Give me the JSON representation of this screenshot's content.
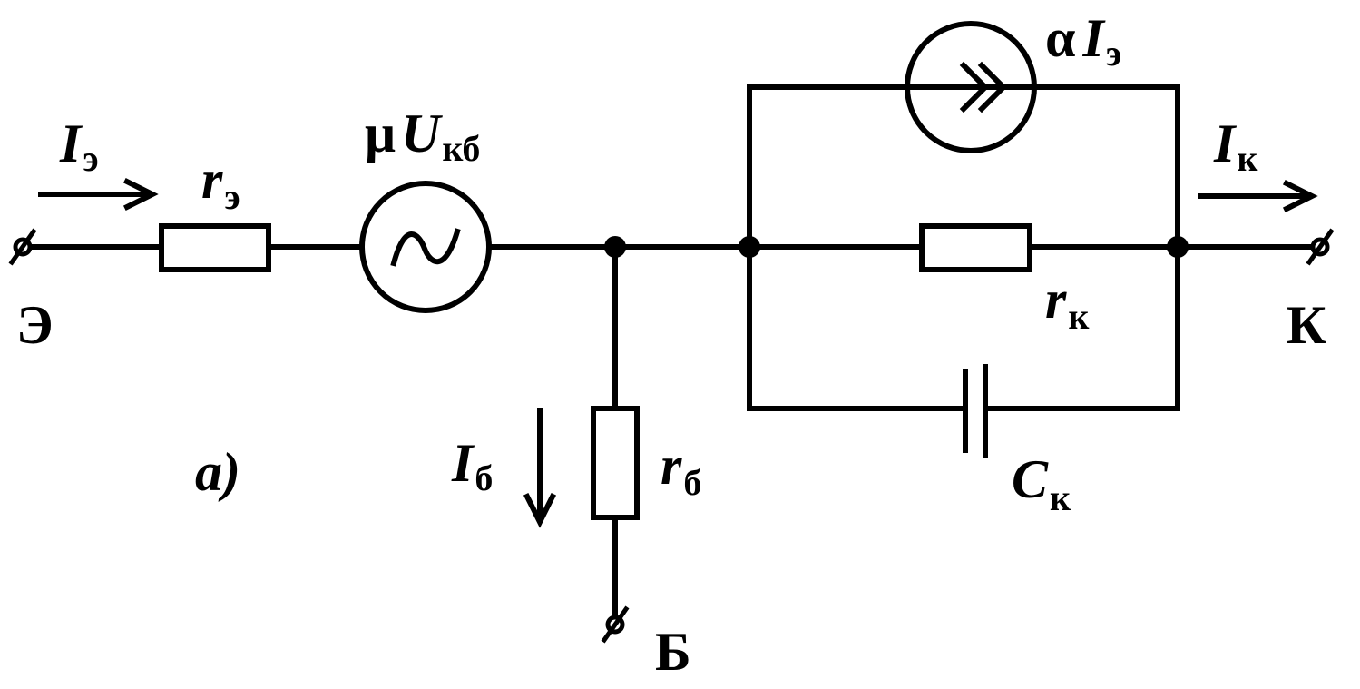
{
  "colors": {
    "line": "#000000",
    "background": "#ffffff"
  },
  "labels": {
    "terminal_emitter": "Э",
    "terminal_collector": "К",
    "terminal_base": "Б",
    "emitter_current": {
      "symbol": "I",
      "sub": "э"
    },
    "collector_current": {
      "symbol": "I",
      "sub": "к"
    },
    "base_current": {
      "symbol": "I",
      "sub": "б"
    },
    "emitter_resistor": {
      "symbol": "r",
      "sub": "э"
    },
    "collector_resistor": {
      "symbol": "r",
      "sub": "к"
    },
    "base_resistor": {
      "symbol": "r",
      "sub": "б"
    },
    "collector_capacitor": {
      "symbol": "C",
      "sub": "к"
    },
    "voltage_source": {
      "prefix": "μ",
      "symbol": "U",
      "sub": "кб"
    },
    "current_source": {
      "prefix": "α",
      "symbol": "I",
      "sub": "э"
    },
    "figure_tag": "а)"
  },
  "icons": {
    "voltage_source": "ac-voltage-source-icon",
    "current_source": "current-source-icon",
    "resistor": "resistor-icon",
    "capacitor": "capacitor-icon",
    "terminal": "terminal-icon"
  }
}
